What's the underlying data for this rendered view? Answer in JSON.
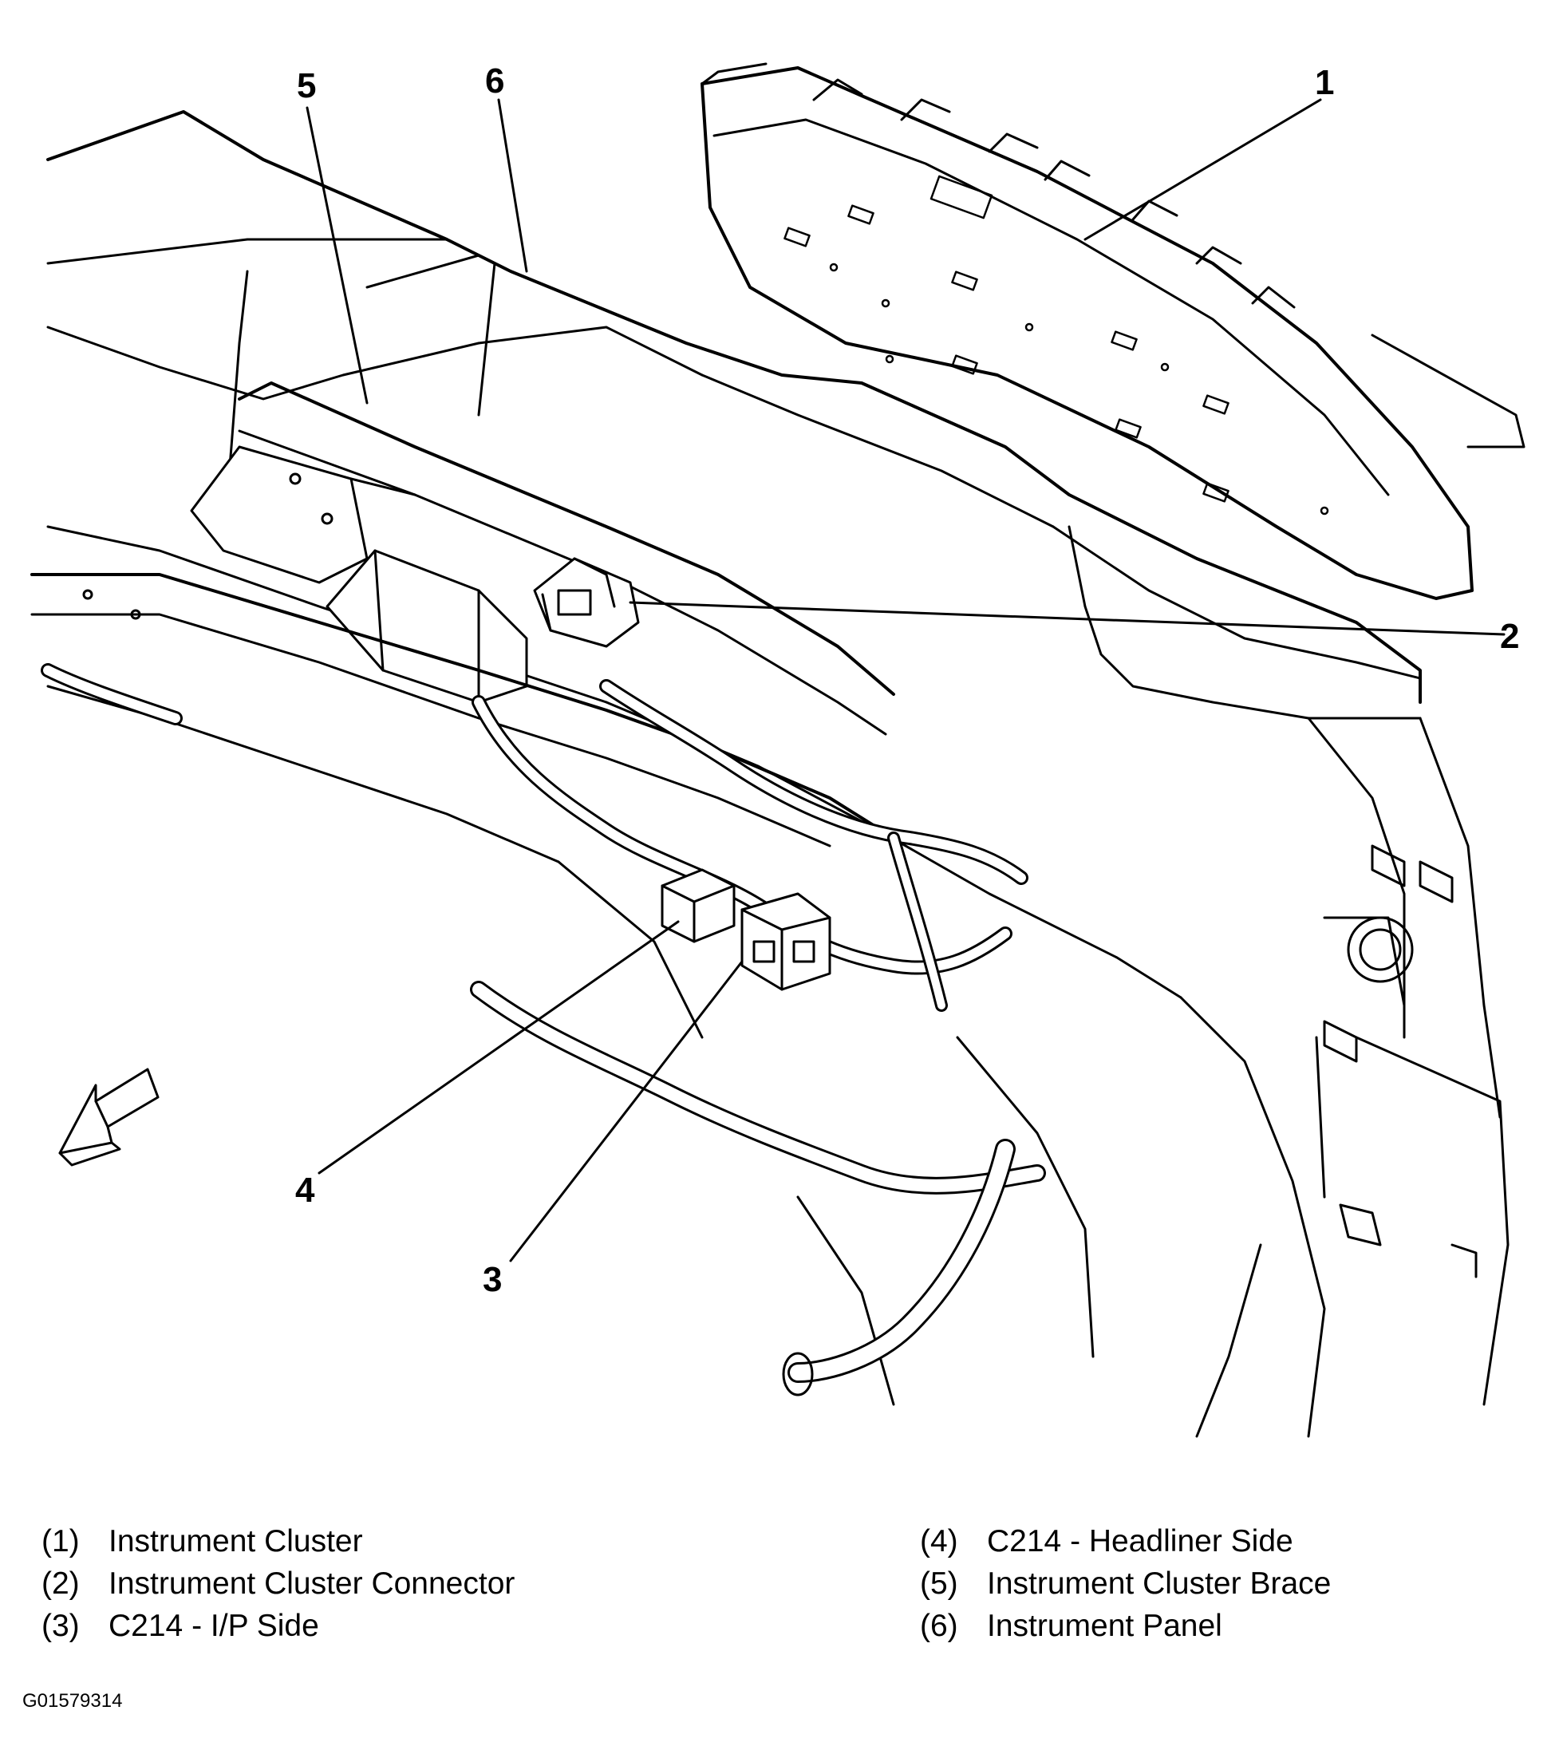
{
  "callouts": [
    {
      "id": "1",
      "label": "Instrument Cluster"
    },
    {
      "id": "2",
      "label": "Instrument Cluster Connector"
    },
    {
      "id": "3",
      "label": "C214 - I/P Side"
    },
    {
      "id": "4",
      "label": "C214 - Headliner Side"
    },
    {
      "id": "5",
      "label": "Instrument Cluster Brace"
    },
    {
      "id": "6",
      "label": "Instrument Panel"
    }
  ],
  "legend": {
    "left": [
      {
        "num": "(1)",
        "label": "Instrument Cluster"
      },
      {
        "num": "(2)",
        "label": "Instrument Cluster Connector"
      },
      {
        "num": "(3)",
        "label": "C214 - I/P Side"
      }
    ],
    "right": [
      {
        "num": "(4)",
        "label": "C214 - Headliner Side"
      },
      {
        "num": "(5)",
        "label": "Instrument Cluster Brace"
      },
      {
        "num": "(6)",
        "label": "Instrument Panel"
      }
    ]
  },
  "figure_id": "G01579314",
  "colors": {
    "line": "#000000",
    "background": "#ffffff"
  }
}
